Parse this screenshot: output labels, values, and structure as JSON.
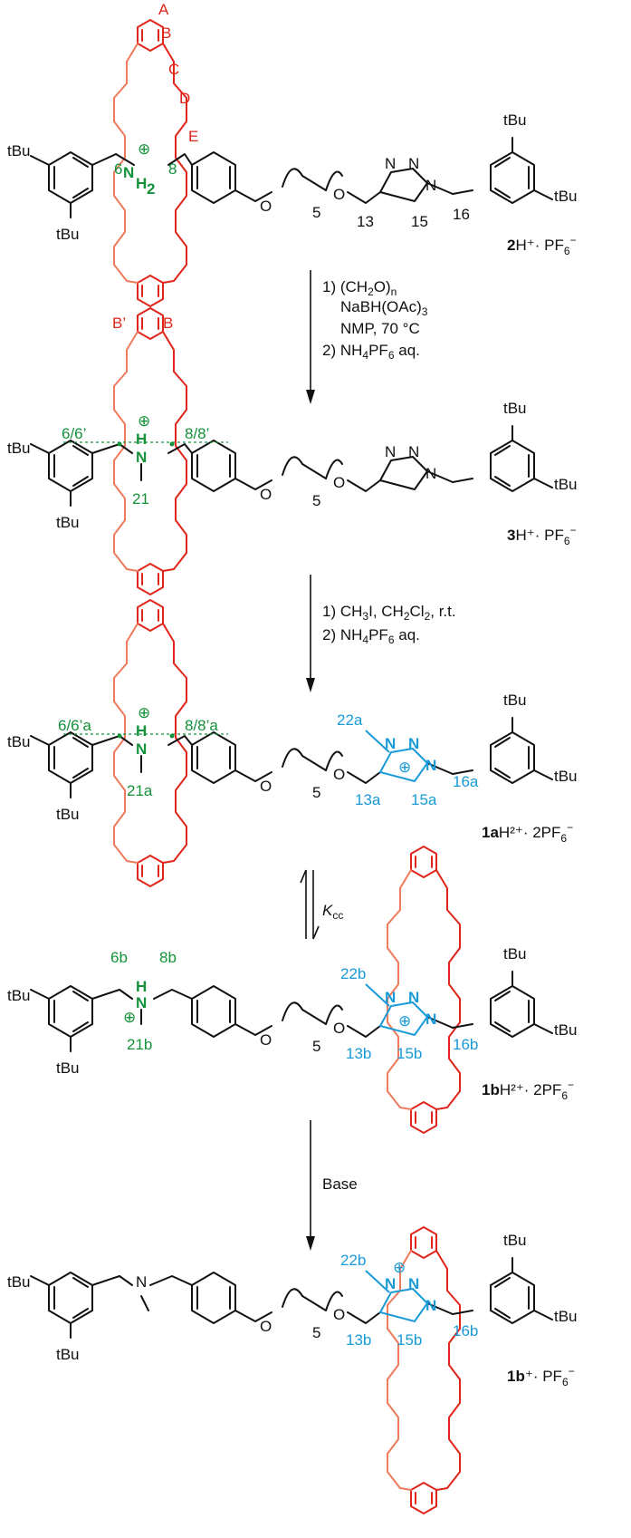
{
  "tbu": "tBu",
  "o": "O",
  "n": "N",
  "plus": "⊕",
  "sub5": "5",
  "ring_letters": {
    "a": "A",
    "b": "B",
    "c": "C",
    "d": "D",
    "e": "E",
    "b_prime": "B’"
  },
  "compound_2": {
    "n6": "6",
    "n8": "8",
    "nh2_n": "N",
    "nh2_h": "H",
    "nh2_sub": "2",
    "n13": "13",
    "n15": "15",
    "n16": "16",
    "name": "2",
    "name_rest": "H⁺· PF",
    "name_sub": "6",
    "name_sup": "−"
  },
  "step_1": {
    "line1": "1) (CH",
    "line1_sub": "2",
    "line1_end": "O)",
    "line1_sub2": "n",
    "line2": "NaBH(OAc)",
    "line2_sub": "3",
    "line3": "NMP, 70 °C",
    "line4": "2) NH",
    "line4_sub": "4",
    "line4_mid": "PF",
    "line4_sub2": "6",
    "line4_end": " aq."
  },
  "compound_3": {
    "n66": "6/6’",
    "n88": "8/8’",
    "nh_n": "N",
    "nh_h": "H",
    "n21": "21",
    "name": "3",
    "name_rest": "H⁺· PF",
    "name_sub": "6",
    "name_sup": "−"
  },
  "step_2": {
    "line1": "1) CH",
    "line1_sub": "3",
    "line1_mid": "I, CH",
    "line1_sub2": "2",
    "line1_mid2": "Cl",
    "line1_sub3": "2",
    "line1_end": ", r.t.",
    "line2": "2) NH",
    "line2_sub": "4",
    "line2_mid": "PF",
    "line2_sub2": "6",
    "line2_end": " aq."
  },
  "compound_1a": {
    "n66": "6/6’a",
    "n88": "8/8’a",
    "n21": "21a",
    "n22": "22a",
    "n13": "13a",
    "n15": "15a",
    "n16": "16a",
    "name": "1a",
    "name_rest": "H²⁺· 2PF",
    "name_sub": "6",
    "name_sup": "−"
  },
  "equilibrium": {
    "k": "K",
    "k_sub": "cc"
  },
  "compound_1b": {
    "n6": "6b",
    "n8": "8b",
    "n21": "21b",
    "n22": "22b",
    "n13": "13b",
    "n15": "15b",
    "n16": "16b",
    "name": "1b",
    "name_rest": "H²⁺· 2PF",
    "name_sub": "6",
    "name_sup": "−"
  },
  "step_3": {
    "label": "Base"
  },
  "compound_1bp": {
    "n22": "22b",
    "n13": "13b",
    "n15": "15b",
    "n16": "16b",
    "name": "1b",
    "name_rest": "⁺· PF",
    "name_sub": "6",
    "name_sup": "−"
  }
}
